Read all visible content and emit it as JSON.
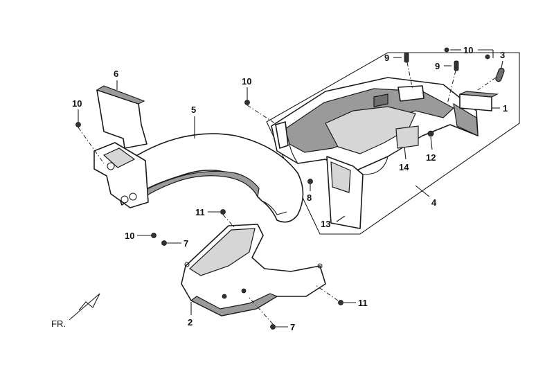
{
  "callouts": {
    "c1": "1",
    "c2": "2",
    "c3": "3",
    "c4": "4",
    "c5": "5",
    "c6": "6",
    "c7a": "7",
    "c7b": "7",
    "c8": "8",
    "c9a": "9",
    "c9b": "9",
    "c10a": "10",
    "c10b": "10",
    "c10c": "10",
    "c10d": "10",
    "c11a": "11",
    "c11b": "11",
    "c12": "12",
    "c13": "13",
    "c14": "14"
  },
  "direction_label": "FR."
}
